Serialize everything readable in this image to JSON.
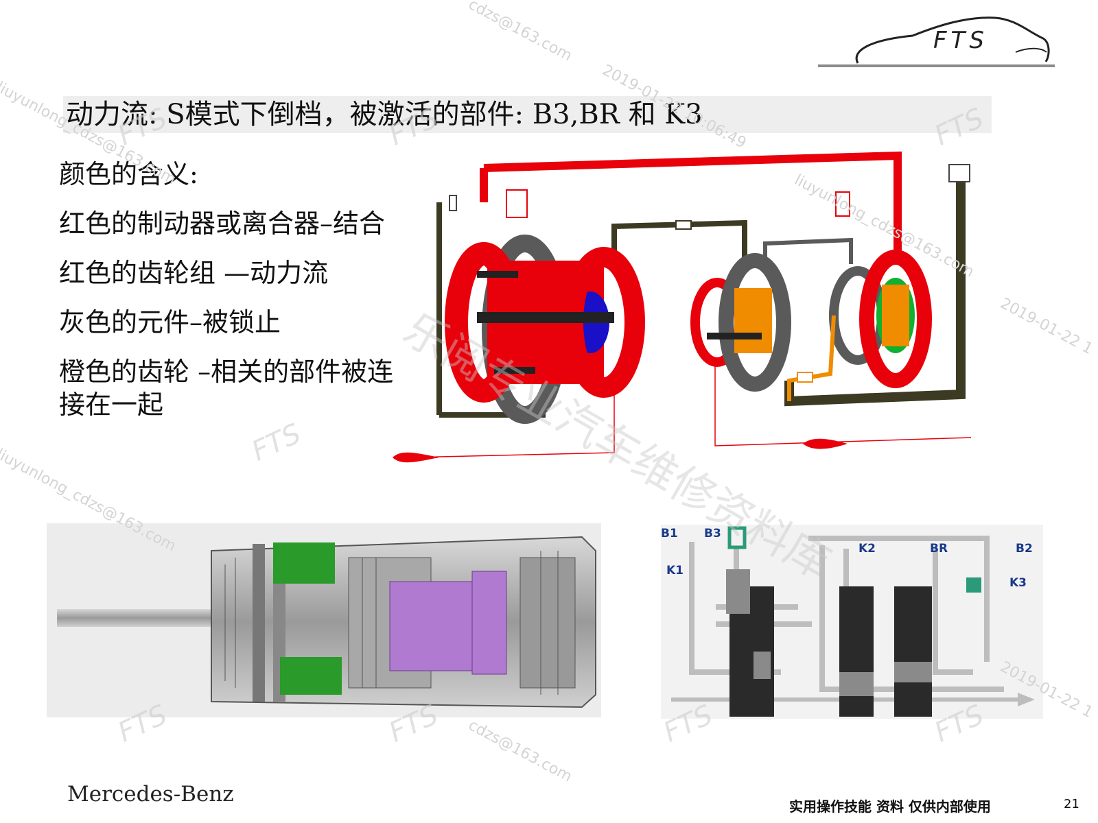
{
  "slide": {
    "title": "动力流:  S模式下倒档，被激活的部件: B3,BR 和 K3",
    "legend": {
      "heading": "颜色的含义:",
      "items": [
        "红色的制动器或离合器–结合",
        "红色的齿轮组 —动力流",
        "灰色的元件–被锁止"
      ],
      "last_item": [
        "橙色的齿轮 –相关的部件被连",
        "接在一起"
      ]
    },
    "logo_text": "FTS",
    "brand": "Mercedes-Benz",
    "footer_note": "实用操作技能 资料 仅供内部使用",
    "page_number": "21"
  },
  "schematic_labels": {
    "b1": "B1",
    "b3": "B3",
    "k1": "K1",
    "k2": "K2",
    "br": "BR",
    "b2": "B2",
    "k3": "K3"
  },
  "watermarks": {
    "email": "cdzs@163.com",
    "user": "liuyunlong_cdzs@163.com",
    "date": "2019-01-22 10:06:49",
    "date_short": "2019-01-22 1",
    "big": "乐阅专业汽车维修资料库",
    "fts": "FTS"
  },
  "colors": {
    "engaged": "#e8000a",
    "locked": "#5a5a5a",
    "connected": "#f08c00",
    "planet_blue": "#1a10c8",
    "planet_green": "#10b030",
    "shaft": "#3c3a22",
    "cutaway_highlight_purple": "#b07ad0",
    "cutaway_highlight_green": "#2a9a2a",
    "scheme_active": "#2a9a78"
  }
}
